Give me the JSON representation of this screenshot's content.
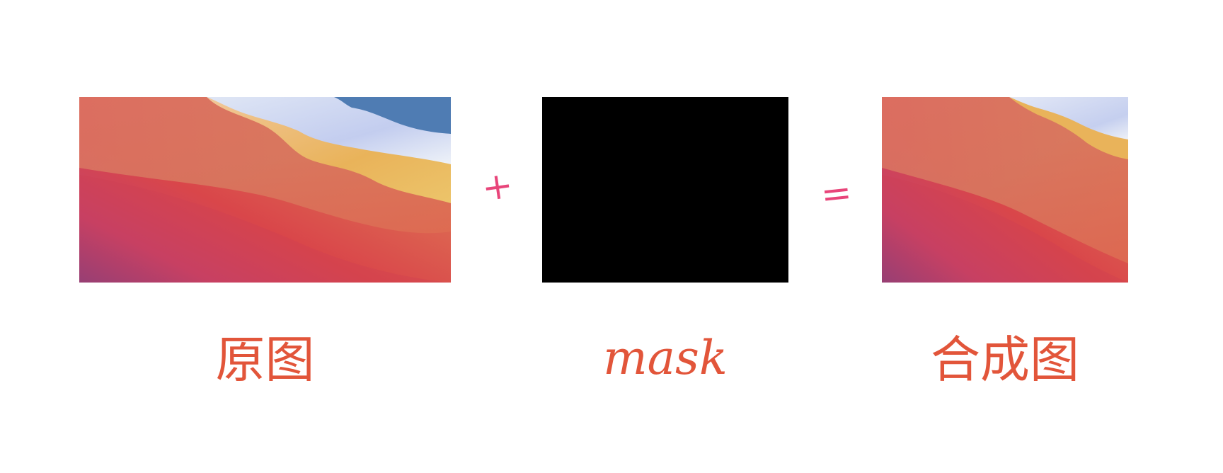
{
  "diagram": {
    "panels": [
      {
        "id": "original",
        "image": "wallpaper-gradient-landscape"
      },
      {
        "id": "mask",
        "image": "solid-black",
        "color": "#000000"
      },
      {
        "id": "composite",
        "image": "wallpaper-gradient-landscape-cropped"
      }
    ],
    "operators": {
      "plus": "+",
      "equals": "="
    },
    "captions": {
      "original": "原图",
      "mask": "mask",
      "composite": "合成图"
    },
    "colors": {
      "caption": "#e2553a",
      "operator": "#e8457a"
    }
  }
}
